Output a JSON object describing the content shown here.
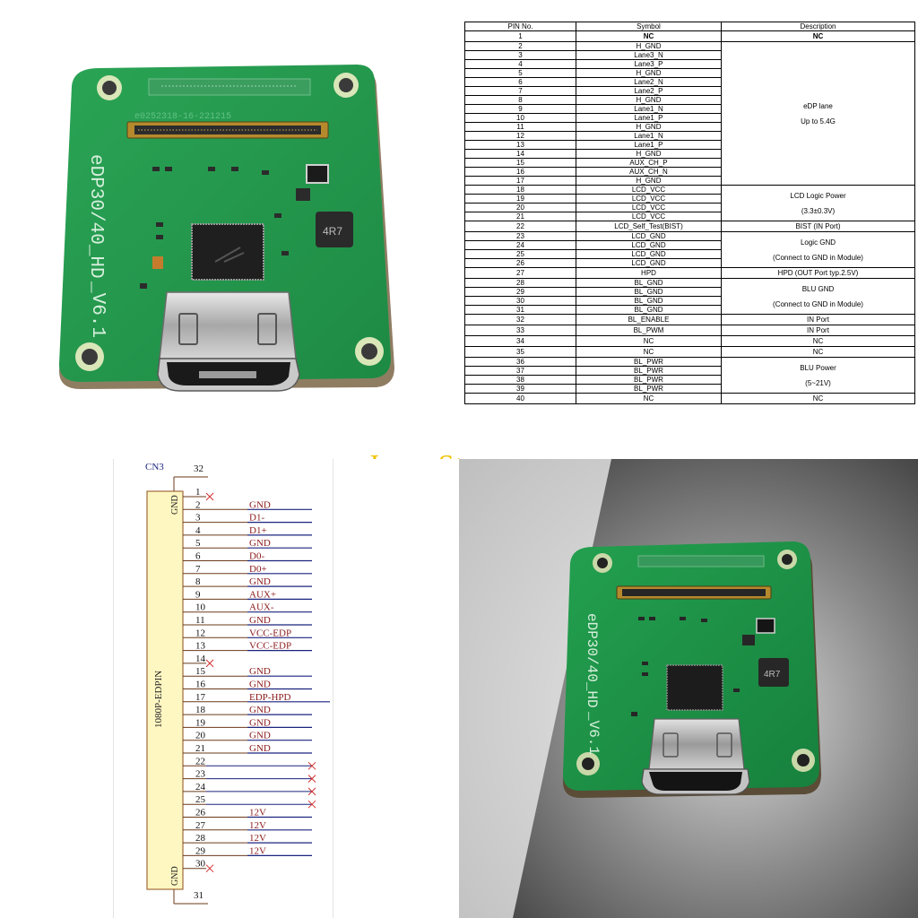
{
  "board": {
    "silk_model": "eDP30/40_HD",
    "silk_version": "_V6.1",
    "silk_code": "e0252318-16-221215",
    "inductor_marking": "4R7"
  },
  "pin_table": {
    "headers": [
      "PIN No.",
      "Symbol",
      "Description"
    ],
    "rows": [
      {
        "pin": "1",
        "symbol": "NC",
        "bold": true
      },
      {
        "pin": "2",
        "symbol": "H_GND"
      },
      {
        "pin": "3",
        "symbol": "Lane3_N"
      },
      {
        "pin": "4",
        "symbol": "Lane3_P"
      },
      {
        "pin": "5",
        "symbol": "H_GND"
      },
      {
        "pin": "6",
        "symbol": "Lane2_N"
      },
      {
        "pin": "7",
        "symbol": "Lane2_P"
      },
      {
        "pin": "8",
        "symbol": "H_GND"
      },
      {
        "pin": "9",
        "symbol": "Lane1_N"
      },
      {
        "pin": "10",
        "symbol": "Lane1_P"
      },
      {
        "pin": "11",
        "symbol": "H_GND"
      },
      {
        "pin": "12",
        "symbol": "Lane1_N"
      },
      {
        "pin": "13",
        "symbol": "Lane1_P"
      },
      {
        "pin": "14",
        "symbol": "H_GND"
      },
      {
        "pin": "15",
        "symbol": "AUX_CH_P"
      },
      {
        "pin": "16",
        "symbol": "AUX_CH_N"
      },
      {
        "pin": "17",
        "symbol": "H_GND"
      },
      {
        "pin": "18",
        "symbol": "LCD_VCC"
      },
      {
        "pin": "19",
        "symbol": "LCD_VCC"
      },
      {
        "pin": "20",
        "symbol": "LCD_VCC"
      },
      {
        "pin": "21",
        "symbol": "LCD_VCC"
      },
      {
        "pin": "22",
        "symbol": "LCD_Self_Test(BIST)"
      },
      {
        "pin": "23",
        "symbol": "LCD_GND"
      },
      {
        "pin": "24",
        "symbol": "LCD_GND"
      },
      {
        "pin": "25",
        "symbol": "LCD_GND"
      },
      {
        "pin": "26",
        "symbol": "LCD_GND"
      },
      {
        "pin": "27",
        "symbol": "HPD"
      },
      {
        "pin": "28",
        "symbol": "BL_GND"
      },
      {
        "pin": "29",
        "symbol": "BL_GND"
      },
      {
        "pin": "30",
        "symbol": "BL_GND"
      },
      {
        "pin": "31",
        "symbol": "BL_GND"
      },
      {
        "pin": "32",
        "symbol": "BL_ENABLE"
      },
      {
        "pin": "33",
        "symbol": "BL_PWM"
      },
      {
        "pin": "34",
        "symbol": "NC"
      },
      {
        "pin": "35",
        "symbol": "NC"
      },
      {
        "pin": "36",
        "symbol": "BL_PWR"
      },
      {
        "pin": "37",
        "symbol": "BL_PWR"
      },
      {
        "pin": "38",
        "symbol": "BL_PWR"
      },
      {
        "pin": "39",
        "symbol": "BL_PWR"
      },
      {
        "pin": "40",
        "symbol": "NC"
      }
    ],
    "groups": [
      {
        "start": 0,
        "span": 1,
        "lines": [
          "NC"
        ],
        "bold": true
      },
      {
        "start": 1,
        "span": 16,
        "lines": [
          "eDP lane",
          "Up to 5.4G"
        ]
      },
      {
        "start": 17,
        "span": 4,
        "lines": [
          "LCD Logic Power",
          "(3.3±0.3V)"
        ]
      },
      {
        "start": 21,
        "span": 1,
        "lines": [
          "BIST  (IN Port)"
        ]
      },
      {
        "start": 22,
        "span": 4,
        "lines": [
          "Logic GND",
          "(Connect to GND in Module)"
        ]
      },
      {
        "start": 26,
        "span": 1,
        "lines": [
          "HPD  (OUT Port  typ.2.5V)"
        ]
      },
      {
        "start": 27,
        "span": 4,
        "lines": [
          "BLU GND",
          "(Connect to GND in Module)"
        ]
      },
      {
        "start": 31,
        "span": 1,
        "lines": [
          "IN Port"
        ]
      },
      {
        "start": 32,
        "span": 1,
        "lines": [
          "IN Port"
        ]
      },
      {
        "start": 33,
        "span": 1,
        "lines": [
          "NC"
        ]
      },
      {
        "start": 34,
        "span": 1,
        "lines": [
          "NC"
        ]
      },
      {
        "start": 35,
        "span": 4,
        "lines": [
          "BLU Power",
          "(5~21V)"
        ]
      },
      {
        "start": 39,
        "span": 1,
        "lines": [
          "NC"
        ]
      }
    ]
  },
  "watermark": "Jamc Store",
  "schematic": {
    "ref": "CN3",
    "part": "1080P-EDPIN",
    "top_pin": "32",
    "bottom_pin": "31",
    "gnd_label": "GND",
    "pins": [
      {
        "n": "1",
        "label": "",
        "nc": true
      },
      {
        "n": "2",
        "label": "GND"
      },
      {
        "n": "3",
        "label": "D1-"
      },
      {
        "n": "4",
        "label": "D1+"
      },
      {
        "n": "5",
        "label": "GND"
      },
      {
        "n": "6",
        "label": "D0-"
      },
      {
        "n": "7",
        "label": "D0+"
      },
      {
        "n": "8",
        "label": "GND"
      },
      {
        "n": "9",
        "label": "AUX+"
      },
      {
        "n": "10",
        "label": "AUX-"
      },
      {
        "n": "11",
        "label": "GND"
      },
      {
        "n": "12",
        "label": "VCC-EDP"
      },
      {
        "n": "13",
        "label": "VCC-EDP"
      },
      {
        "n": "14",
        "label": "",
        "nc": true
      },
      {
        "n": "15",
        "label": "GND"
      },
      {
        "n": "16",
        "label": "GND"
      },
      {
        "n": "17",
        "label": "EDP-HPD"
      },
      {
        "n": "18",
        "label": "GND"
      },
      {
        "n": "19",
        "label": "GND"
      },
      {
        "n": "20",
        "label": "GND"
      },
      {
        "n": "21",
        "label": "GND"
      },
      {
        "n": "22",
        "label": "",
        "nc": true
      },
      {
        "n": "23",
        "label": "",
        "nc": true
      },
      {
        "n": "24",
        "label": "",
        "nc": true
      },
      {
        "n": "25",
        "label": "",
        "nc": true
      },
      {
        "n": "26",
        "label": "12V"
      },
      {
        "n": "27",
        "label": "12V"
      },
      {
        "n": "28",
        "label": "12V"
      },
      {
        "n": "29",
        "label": "12V"
      },
      {
        "n": "30",
        "label": "",
        "nc": true
      }
    ]
  }
}
